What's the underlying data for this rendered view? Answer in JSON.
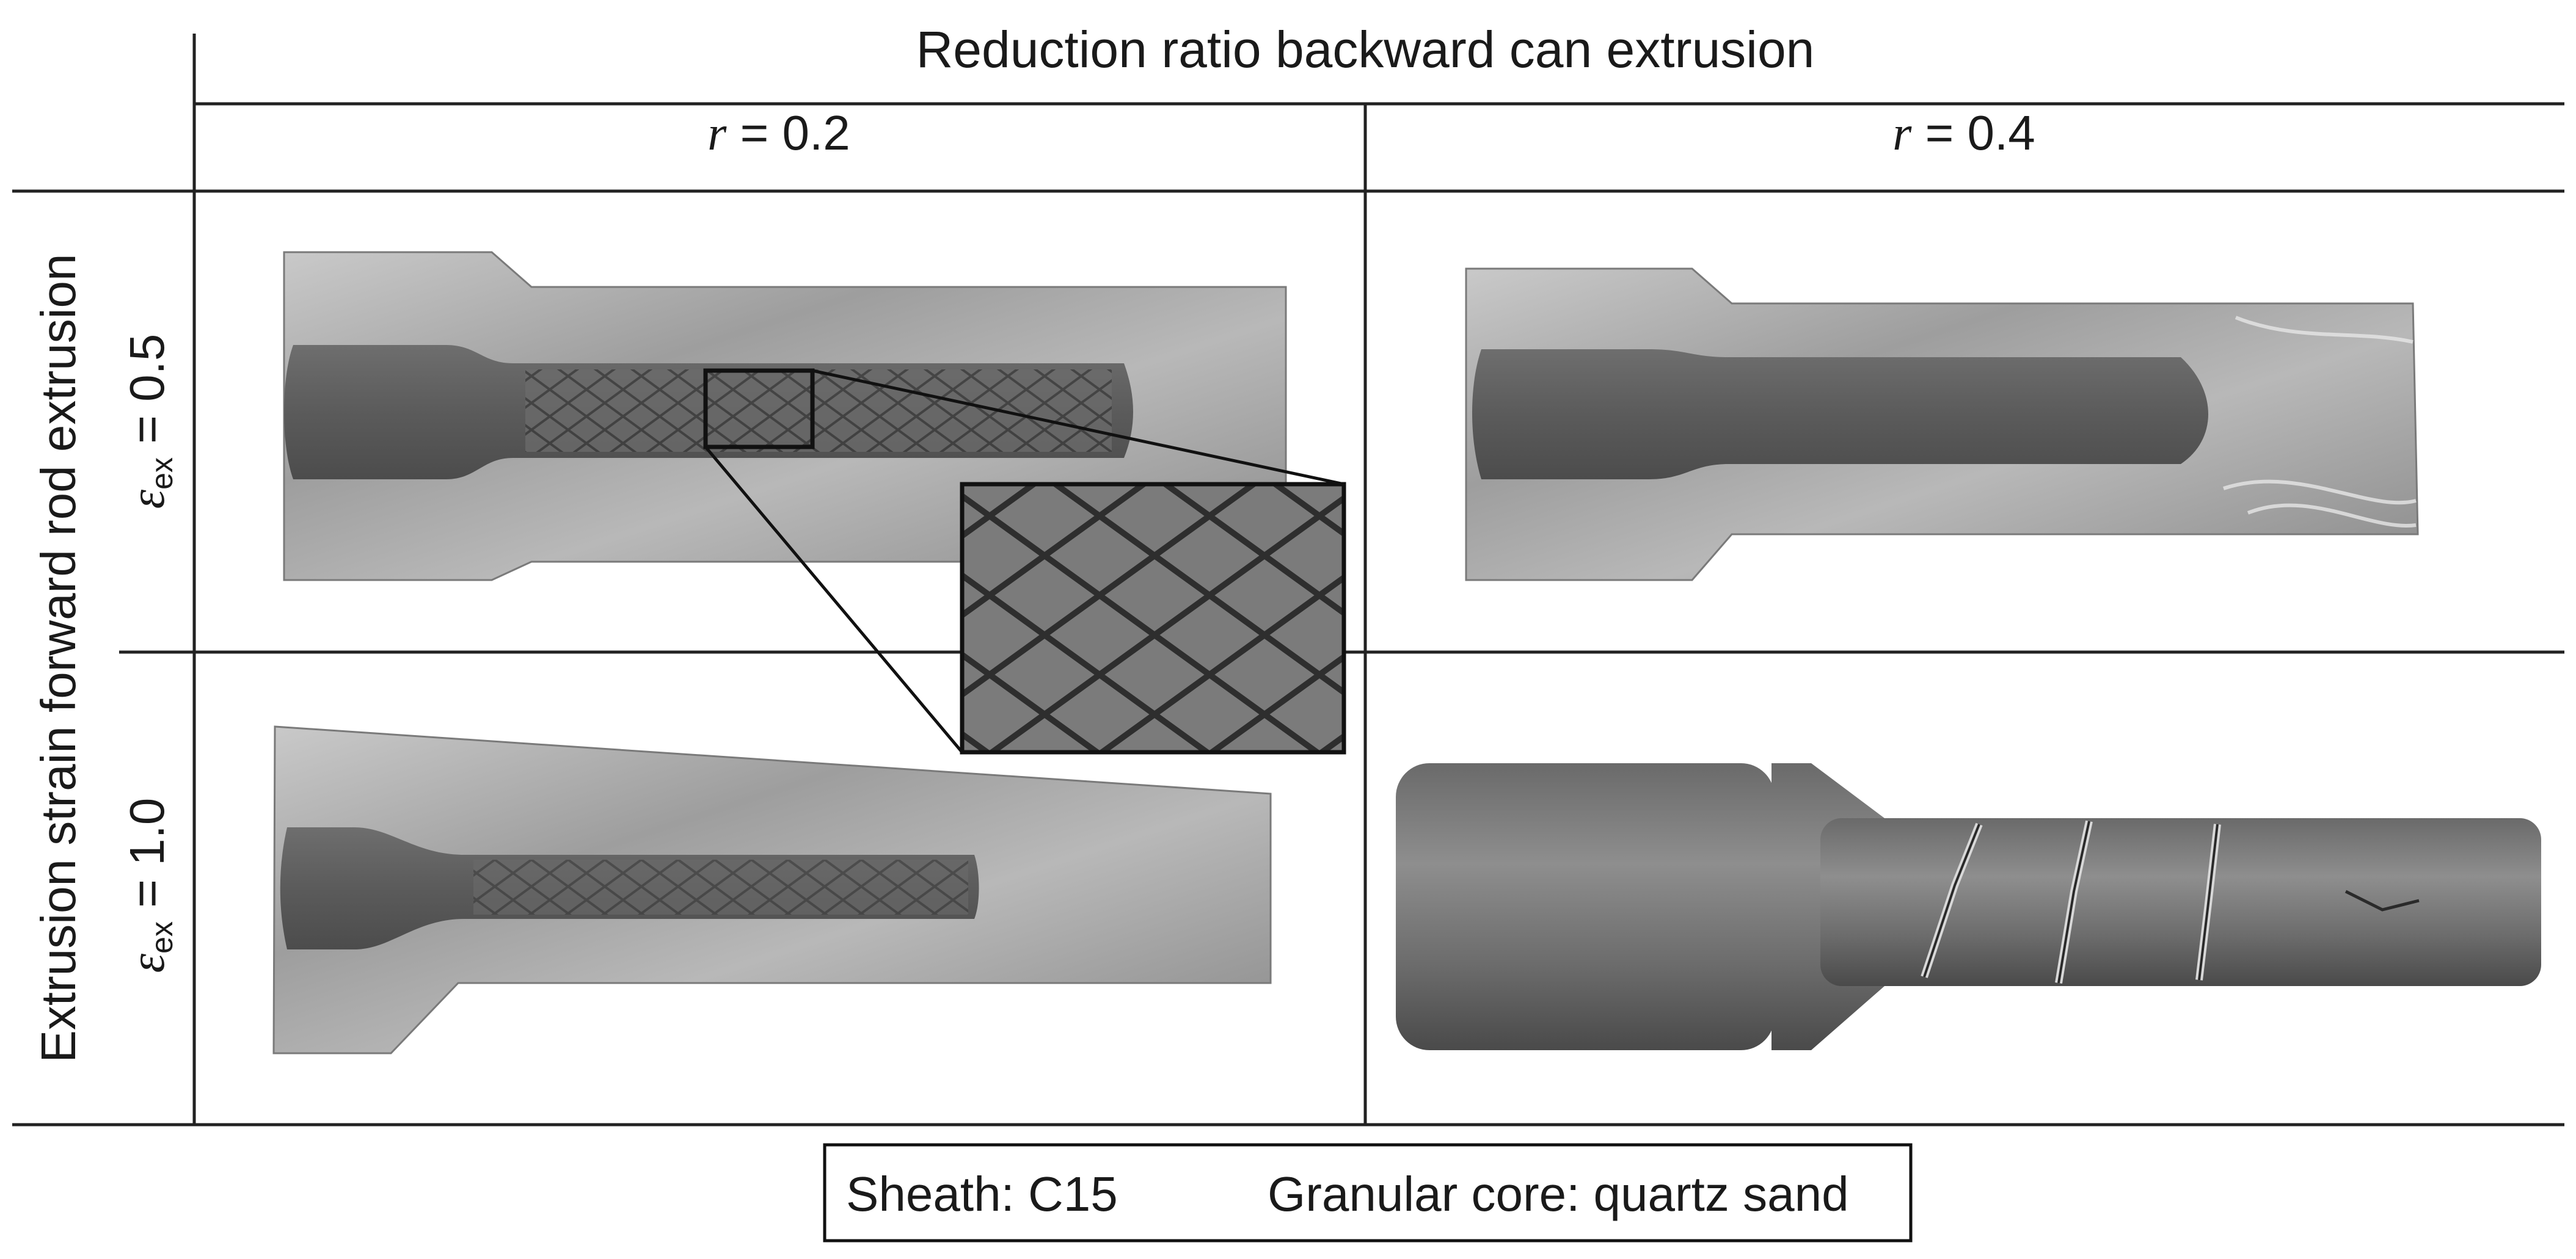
{
  "figure": {
    "header": "Reduction ratio backward can extrusion",
    "row_axis_label": "Extrusion strain forward rod extrusion",
    "columns": [
      {
        "symbol": "r",
        "value": "= 0.2"
      },
      {
        "symbol": "r",
        "value": "= 0.4"
      }
    ],
    "rows": [
      {
        "symbol": "ε",
        "subscript": "ex",
        "value": "= 0.5"
      },
      {
        "symbol": "ε",
        "subscript": "ex",
        "value": "= 1.0"
      }
    ],
    "legend": {
      "sheath": "Sheath: C15",
      "core": "Granular core: quartz sand"
    }
  }
}
